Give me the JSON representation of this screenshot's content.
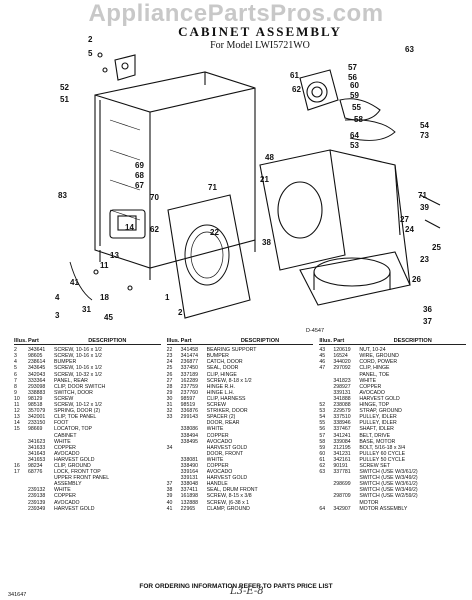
{
  "watermark": "AppliancePartsPros.com",
  "title": "CABINET ASSEMBLY",
  "model_line": "For Model LWI5721WO",
  "drawing_code": "D-4547",
  "callouts": [
    "2",
    "5",
    "52",
    "51",
    "83",
    "69",
    "68",
    "67",
    "70",
    "71",
    "11",
    "13",
    "14",
    "62",
    "18",
    "41",
    "4",
    "45",
    "31",
    "3",
    "1",
    "2",
    "48",
    "21",
    "22",
    "38",
    "25",
    "23",
    "24",
    "27",
    "26",
    "36",
    "37",
    "39",
    "71",
    "63",
    "61",
    "62",
    "57",
    "56",
    "60",
    "59",
    "55",
    "58",
    "54",
    "73",
    "53",
    "64"
  ],
  "table_headers": {
    "illus": "Illus.",
    "part": "Part",
    "no": "No.",
    "pno": "No.",
    "desc": "DESCRIPTION"
  },
  "parts_col1": [
    [
      "2",
      "343641",
      "SCREW, 10-16 x 1/2"
    ],
    [
      "3",
      "98605",
      "SCREW, 10-16 x 1/2"
    ],
    [
      "4",
      "238614",
      "BUMPER"
    ],
    [
      "5",
      "343645",
      "SCREW, 10-16 x 1/2"
    ],
    [
      "6",
      "342043",
      "SCREW, 10-32 x 1/2"
    ],
    [
      "7",
      "333364",
      "PANEL, REAR"
    ],
    [
      "8",
      "293098",
      "CLIP, DOOR SWITCH"
    ],
    [
      "9",
      "338883",
      "SWITCH, DOOR"
    ],
    [
      "10",
      "98129",
      "SCREW"
    ],
    [
      "11",
      "98518",
      "SCREW, 10-12 x 1/2"
    ],
    [
      "12",
      "357079",
      "SPRING, DOOR (2)"
    ],
    [
      "13",
      "342001",
      "CLIP, TOE PANEL"
    ],
    [
      "14",
      "233150",
      "FOOT"
    ],
    [
      "15",
      "98669",
      "LOCATOR, TOP"
    ],
    [
      "",
      "",
      "CABINET"
    ],
    [
      "",
      "341623",
      "WHITE"
    ],
    [
      "",
      "341633",
      "COPPER"
    ],
    [
      "",
      "341643",
      "AVOCADO"
    ],
    [
      "",
      "341653",
      "HARVEST GOLD"
    ],
    [
      "16",
      "98234",
      "CLIP, GROUND"
    ],
    [
      "17",
      "68776",
      "LOCK, FRONT TOP"
    ],
    [
      "",
      "",
      "UPPER FRONT PANEL"
    ],
    [
      "",
      "",
      "ASSEMBLY"
    ],
    [
      "",
      "239132",
      "WHITE"
    ],
    [
      "",
      "239138",
      "COPPER"
    ],
    [
      "",
      "239139",
      "AVOCADO"
    ],
    [
      "",
      "239349",
      "HARVEST GOLD"
    ]
  ],
  "parts_col2": [
    [
      "22",
      "341458",
      "BEARING SUPPORT"
    ],
    [
      "23",
      "341474",
      "BUMPER"
    ],
    [
      "24",
      "236877",
      "CATCH, DOOR"
    ],
    [
      "25",
      "337450",
      "SEAL, DOOR"
    ],
    [
      "26",
      "337189",
      "CLIP, HINGE"
    ],
    [
      "27",
      "162289",
      "SCREW, 8-18 x 1/2"
    ],
    [
      "28",
      "237759",
      "HINGE R.H."
    ],
    [
      "29",
      "237760",
      "HINGE L.H."
    ],
    [
      "30",
      "98597",
      "CLIP, HARNESS"
    ],
    [
      "31",
      "98519",
      "SCREW"
    ],
    [
      "32",
      "336876",
      "STRIKER, DOOR"
    ],
    [
      "33",
      "299143",
      "SPACER (2)"
    ],
    [
      "",
      "",
      "DOOR, REAR"
    ],
    [
      "",
      "338086",
      "WHITE"
    ],
    [
      "",
      "338494",
      "COPPER"
    ],
    [
      "",
      "338495",
      "AVOCADO"
    ],
    [
      "34",
      "",
      "HARVEST GOLD"
    ],
    [
      "",
      "",
      "DOOR, FRONT"
    ],
    [
      "",
      "338081",
      "WHITE"
    ],
    [
      "",
      "338490",
      "COPPER"
    ],
    [
      "",
      "339164",
      "AVOCADO"
    ],
    [
      "",
      "339131",
      "HARVEST GOLD"
    ],
    [
      "37",
      "338048",
      "HANDLE"
    ],
    [
      "38",
      "337411",
      "SEAL, DRUM FRONT"
    ],
    [
      "39",
      "161898",
      "SCREW, 8-15 x 3/8"
    ],
    [
      "40",
      "132888",
      "SCREW, (6-38 x 1"
    ],
    [
      "41",
      "22965",
      "CLAMP, GROUND"
    ]
  ],
  "parts_col3": [
    [
      "43",
      "120619",
      "NUT, 10-24"
    ],
    [
      "45",
      "16524",
      "WIRE, GROUND"
    ],
    [
      "46",
      "344020",
      "CORD, POWER"
    ],
    [
      "47",
      "297092",
      "CLIP, HINGE"
    ],
    [
      "",
      "",
      "PANEL, TOE"
    ],
    [
      "",
      "341823",
      "WHITE"
    ],
    [
      "",
      "298927",
      "COPPER"
    ],
    [
      "",
      "339131",
      "AVOCADO"
    ],
    [
      "",
      "341888",
      "HARVEST GOLD"
    ],
    [
      "52",
      "238088",
      "HINGE, TOP"
    ],
    [
      "53",
      "229579",
      "STRAP, GROUND"
    ],
    [
      "54",
      "337510",
      "PULLEY, IDLER"
    ],
    [
      "55",
      "338946",
      "PULLEY, IDLER"
    ],
    [
      "56",
      "337467",
      "SHAFT, IDLER"
    ],
    [
      "57",
      "341241",
      "BELT, DRIVE"
    ],
    [
      "58",
      "339084",
      "BASE, MOTOR"
    ],
    [
      "59",
      "212195",
      "BOLT, 5/16-18 x 3/4"
    ],
    [
      "60",
      "341231",
      "PULLEY 60 CYCLE"
    ],
    [
      "61",
      "342161",
      "PULLEY 50 CYCLE"
    ],
    [
      "62",
      "90191",
      "SCREW SET"
    ],
    [
      "63",
      "337781",
      "SWITCH (USE W/3/61/2)"
    ],
    [
      "",
      "",
      "SWITCH (USE W/3/49/2)"
    ],
    [
      "",
      "298699",
      "SWITCH (USE W/3/61/2)"
    ],
    [
      "",
      "",
      "SWITCH (USE W/3/49/2)"
    ],
    [
      "",
      "298709",
      "SWITCH (USE W/2/59/2)"
    ],
    [
      "",
      "",
      "MOTOR"
    ],
    [
      "64",
      "342907",
      "MOTOR ASSEMBLY"
    ]
  ],
  "footer": "FOR ORDERING INFORMATION REFER TO PARTS PRICE LIST",
  "bottom_code": "341647",
  "handwritten": "L3-E-8"
}
